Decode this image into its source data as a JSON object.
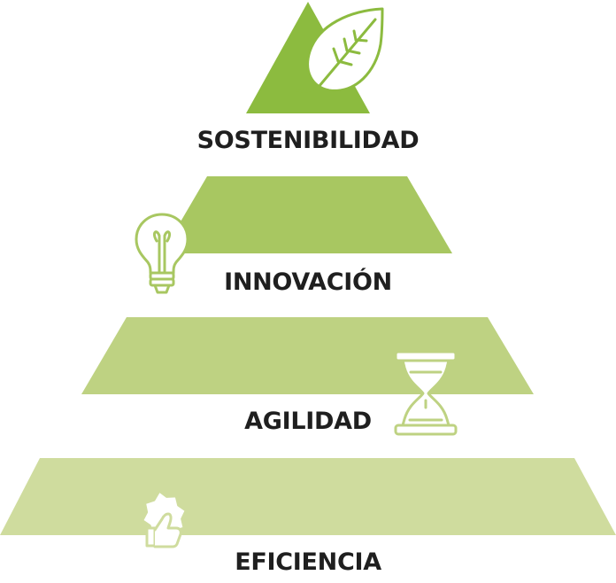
{
  "levels": [
    {
      "label": "SOSTENIBILIDAD",
      "icon": "leaf-icon",
      "color": "#8cbb3f"
    },
    {
      "label": "INNOVACIÓN",
      "icon": "lightbulb-icon",
      "color": "#a8c761"
    },
    {
      "label": "AGILIDAD",
      "icon": "hourglass-icon",
      "color": "#bed282"
    },
    {
      "label": "EFICIENCIA",
      "icon": "thumbs-up-badge-icon",
      "color": "#cfdc9e"
    }
  ]
}
